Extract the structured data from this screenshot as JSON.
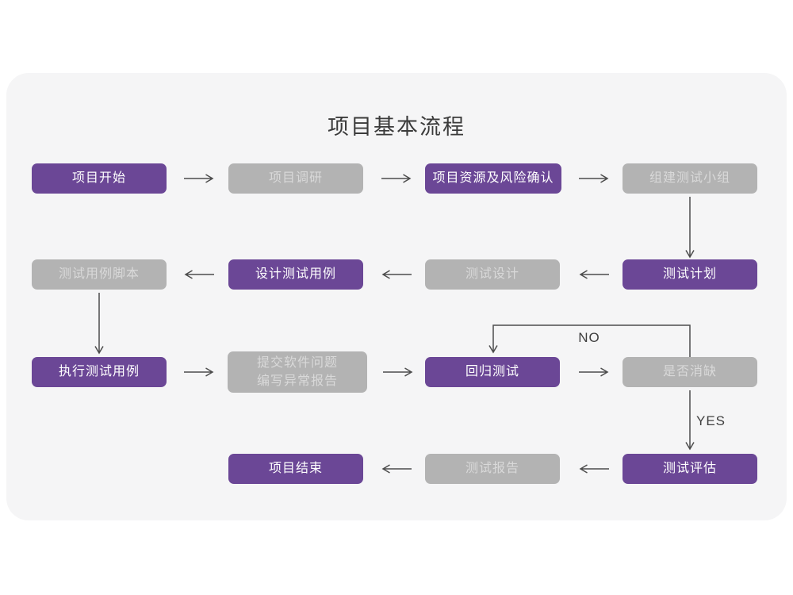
{
  "page": {
    "title": "项目基本流程"
  },
  "flow": {
    "nodes": [
      {
        "label": "项目开始",
        "style": "primary"
      },
      {
        "label": "项目调研",
        "style": "muted"
      },
      {
        "label": "项目资源及风险确认",
        "style": "primary"
      },
      {
        "label": "组建测试小组",
        "style": "muted"
      },
      {
        "label": "测试用例脚本",
        "style": "muted"
      },
      {
        "label": "设计测试用例",
        "style": "primary"
      },
      {
        "label": "测试设计",
        "style": "muted"
      },
      {
        "label": "测试计划",
        "style": "primary"
      },
      {
        "label": "执行测试用例",
        "style": "primary"
      },
      {
        "label": "提交软件问题\n编写异常报告",
        "style": "muted"
      },
      {
        "label": "回归测试",
        "style": "primary"
      },
      {
        "label": "是否消缺",
        "style": "muted"
      },
      {
        "label": "项目结束",
        "style": "primary"
      },
      {
        "label": "测试报告",
        "style": "muted"
      },
      {
        "label": "测试评估",
        "style": "primary"
      }
    ],
    "branch_labels": {
      "no": "NO",
      "yes": "YES"
    }
  },
  "colors": {
    "primary": "#6B4796",
    "primary_text": "#FFFFFF",
    "muted": "#B3B3B3",
    "muted_text": "#D9D9D9",
    "arrow": "#4D4D4D",
    "card_bg": "#F5F5F6",
    "title_text": "#3B3B3B"
  }
}
